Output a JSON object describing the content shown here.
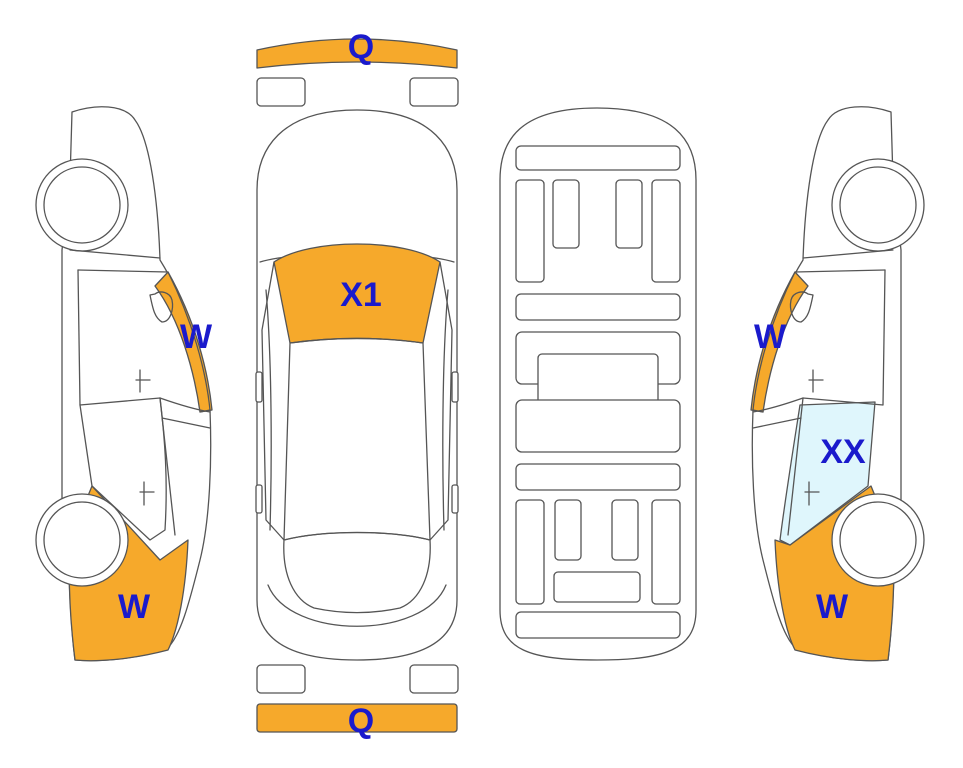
{
  "colors": {
    "damage_fill": "#f6a92b",
    "highlight_fill": "#dff6fc",
    "label_color": "#1a1acc",
    "outline": "#555555"
  },
  "labels": {
    "front_bumper": "Q",
    "rear_bumper": "Q",
    "windshield": "X1",
    "left_pillar": "W",
    "left_rear": "W",
    "right_pillar": "W",
    "right_window": "XX",
    "right_rear": "W"
  }
}
